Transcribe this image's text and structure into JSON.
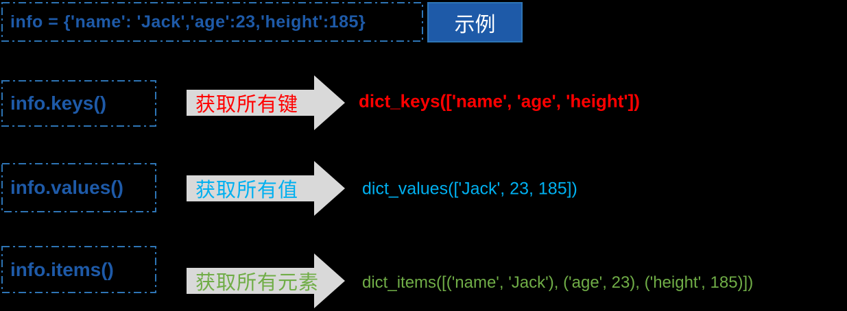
{
  "definition": {
    "code": "info = {'name': 'Jack','age':23,'height':185}",
    "badge_label": "示例"
  },
  "rows": [
    {
      "method": "info.keys()",
      "action": "获取所有键",
      "result": "dict_keys(['name', 'age', 'height'])",
      "color": "#FF0000"
    },
    {
      "method": "info.values()",
      "action": "获取所有值",
      "result": "dict_values(['Jack', 23, 185])",
      "color": "#00B0F0"
    },
    {
      "method": "info.items()",
      "action": "获取所有元素",
      "result": "dict_items([('name', 'Jack'), ('age', 23), ('height', 185)])",
      "color": "#70AD47"
    }
  ],
  "colors": {
    "background": "#000000",
    "accent_blue_text": "#1E5AA8",
    "dash_border_blue": "#2E75B6",
    "badge_background": "#1E5AA8",
    "badge_border": "#2E75B6",
    "badge_text": "#FFFFFF",
    "arrow_gray": "#D9D9D9",
    "keys_red": "#FF0000",
    "values_cyan": "#00B0F0",
    "items_green": "#70AD47"
  }
}
